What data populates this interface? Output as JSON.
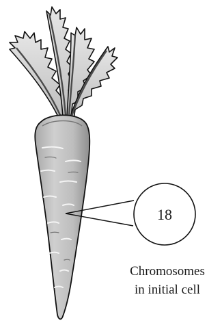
{
  "diagram": {
    "chromosome_count": "18",
    "caption_line1": "Chromosomes",
    "caption_line2": "in initial cell",
    "colors": {
      "carrot_fill": "#c9c9c9",
      "carrot_shade": "#8f8f8f",
      "leaf_fill": "#d9d9d9",
      "leaf_dark": "#4a4a4a",
      "outline": "#111111"
    },
    "icons": [
      "carrot-illustration",
      "leaf-icon",
      "cell-circle"
    ]
  }
}
